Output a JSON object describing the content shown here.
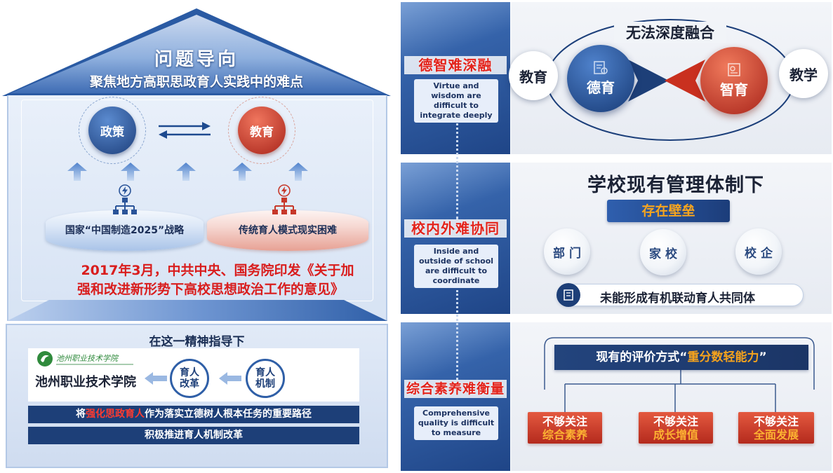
{
  "colors": {
    "navy": "#1d3f78",
    "blue": "#2a5499",
    "red": "#d8281f",
    "orange": "#f6a31c",
    "panel_bg": "#eef1f6"
  },
  "left": {
    "roof": {
      "title": "问题导向",
      "subtitle": "聚焦地方高职思政育人实践中的难点"
    },
    "circles": {
      "policy": "政策",
      "education": "教育"
    },
    "platforms": {
      "left": "国家“中国制造2025”战略",
      "right": "传统育人模式现实困难"
    },
    "document": {
      "line1": "2017年3月，中共中央、国务院印发《关于加",
      "line2": "强和改进新形势下高校思想政治工作的意见》"
    },
    "guidance": {
      "title": "在这一精神指导下",
      "logo_text": "池州职业技术学院",
      "college_name": "池州职业技术学院",
      "reform": [
        "育人",
        "改革"
      ],
      "mechanism": [
        "育人",
        "机制"
      ],
      "bar1": {
        "prefix": "将",
        "highlight": "强化思政育人",
        "suffix": "作为落实立德树人根本任务的重要路径"
      },
      "bar2": "积极推进育人机制改革"
    },
    "icons": [
      "lightning-icon",
      "org-chart-icon",
      "arrow-up-icon",
      "swap-arrows-icon",
      "arrow-left-icon"
    ]
  },
  "middle": {
    "sections": [
      {
        "title": "德智难深融",
        "english": "Virtue and wisdom are difficult to integrate deeply"
      },
      {
        "title": "校内外难协同",
        "english": "Inside and outside of school are difficult to coordinate"
      },
      {
        "title": "综合素养难衡量",
        "english": "Comprehensive quality is difficult to measure"
      }
    ]
  },
  "right": {
    "integration": {
      "title": "无法深度融合",
      "left_outer": "教育",
      "moral": "德育",
      "intellectual": "智育",
      "right_outer": "教学"
    },
    "management": {
      "title": "学校现有管理体制下",
      "barrier": "存在壁垒",
      "nodes": [
        "部门",
        "家校",
        "校企"
      ],
      "conclusion": "未能形成有机联动育人共同体"
    },
    "evaluation": {
      "bar": {
        "prefix": "现有的评价方式“",
        "highlight": "重分数轻能力",
        "suffix": "”"
      },
      "items": [
        {
          "line1": "不够关注",
          "line2": "综合素养"
        },
        {
          "line1": "不够关注",
          "line2": "成长增值"
        },
        {
          "line1": "不够关注",
          "line2": "全面发展"
        }
      ]
    }
  }
}
